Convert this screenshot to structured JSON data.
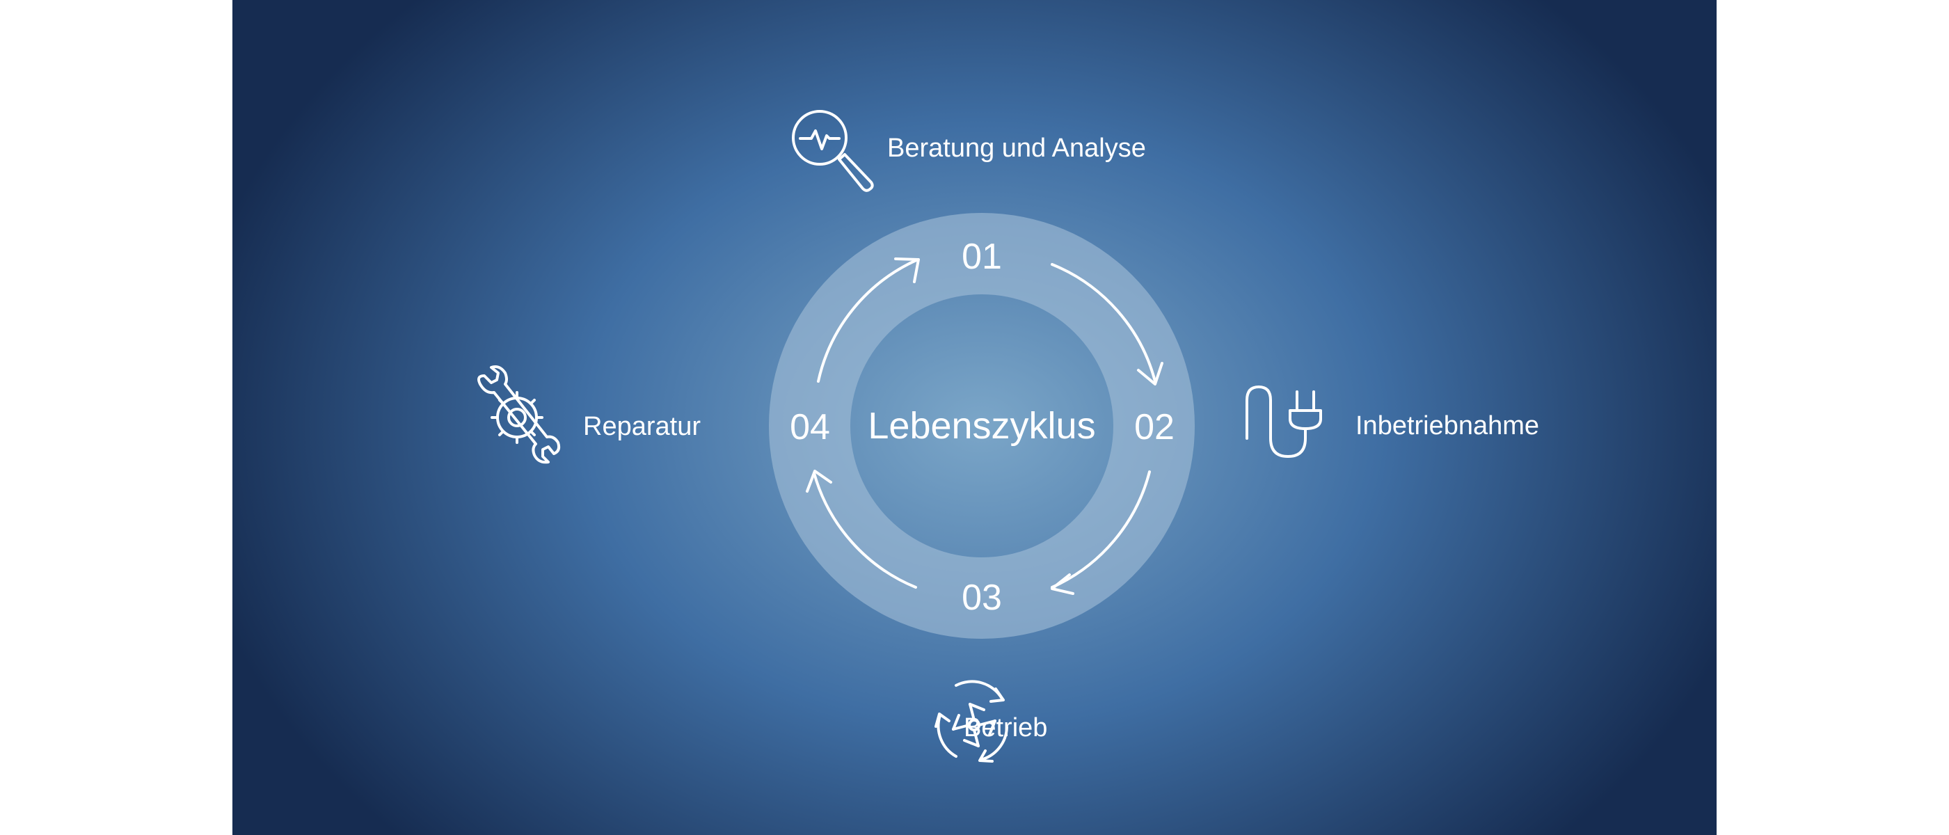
{
  "colors": {
    "background_center": "#7ba6c8",
    "background_mid": "#3f6ea3",
    "background_edge": "#162c51",
    "ring": "#a4bfd8",
    "foreground": "#ffffff",
    "page": "#ffffff"
  },
  "center_label": "Lebenszyklus",
  "steps": [
    {
      "number": "01",
      "label": "Beratung und Analyse",
      "icon": "magnifier-pulse-icon"
    },
    {
      "number": "02",
      "label": "Inbetriebnahme",
      "icon": "plug-icon"
    },
    {
      "number": "03",
      "label": "Betrieb",
      "icon": "fan-cycle-icon"
    },
    {
      "number": "04",
      "label": "Reparatur",
      "icon": "wrench-gear-icon"
    }
  ]
}
